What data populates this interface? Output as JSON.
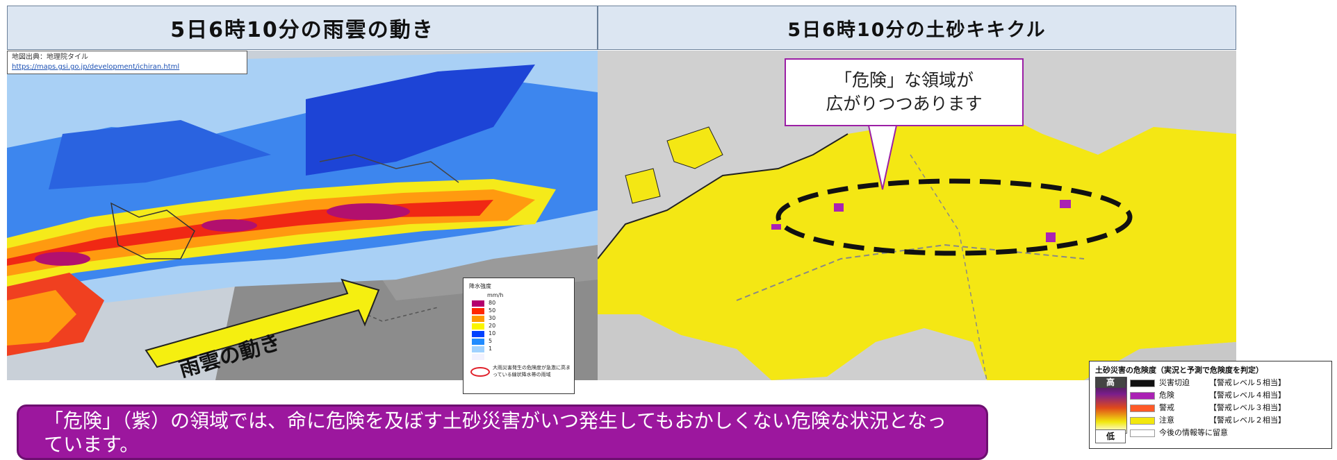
{
  "headers": {
    "left": "5日6時10分の雨雲の動き",
    "right": "5日6時10分の土砂キキクル"
  },
  "source": {
    "label": "地図出典：地理院タイル",
    "url": "https://maps.gsi.go.jp/development/ichiran.html"
  },
  "arrow_label": "雨雲の動き",
  "rain_legend": {
    "title": "降水強度",
    "unit": "mm/h",
    "levels": [
      {
        "label": "80",
        "color": "#b4006e"
      },
      {
        "label": "50",
        "color": "#ff2800"
      },
      {
        "label": "30",
        "color": "#ff9900"
      },
      {
        "label": "20",
        "color": "#faf500"
      },
      {
        "label": "10",
        "color": "#0041ff"
      },
      {
        "label": "5",
        "color": "#218cff"
      },
      {
        "label": "1",
        "color": "#a0d2ff"
      },
      {
        "label": "",
        "color": "#f2f2ff"
      }
    ],
    "oval_note": "大雨災害発生の危険度が急激に高まっている線状降水帯の雨域"
  },
  "callout": {
    "line1": "「危険」な領域が",
    "line2": "広がりつつあります"
  },
  "bottom_message": "「危険」（紫）の領域では、命に危険を及ぼす土砂災害がいつ発生してもおかしくない危険な状況となっています。",
  "dosha_legend": {
    "title": "土砂災害の危険度（実況と予測で危険度を判定）",
    "high": "高",
    "low": "低",
    "rows": [
      {
        "name": "災害切迫",
        "level": "【警戒レベル５相当】",
        "color": "#111111"
      },
      {
        "name": "危険",
        "level": "【警戒レベル４相当】",
        "color": "#aa22b4"
      },
      {
        "name": "警戒",
        "level": "【警戒レベル３相当】",
        "color": "#ff5a28"
      },
      {
        "name": "注意",
        "level": "【警戒レベル２相当】",
        "color": "#f2e70e"
      },
      {
        "name": "今後の情報等に留意",
        "level": "",
        "color": "#ffffff"
      }
    ]
  },
  "colors": {
    "danger_purple": "#9c179e",
    "header_bg": "#dce6f2"
  }
}
